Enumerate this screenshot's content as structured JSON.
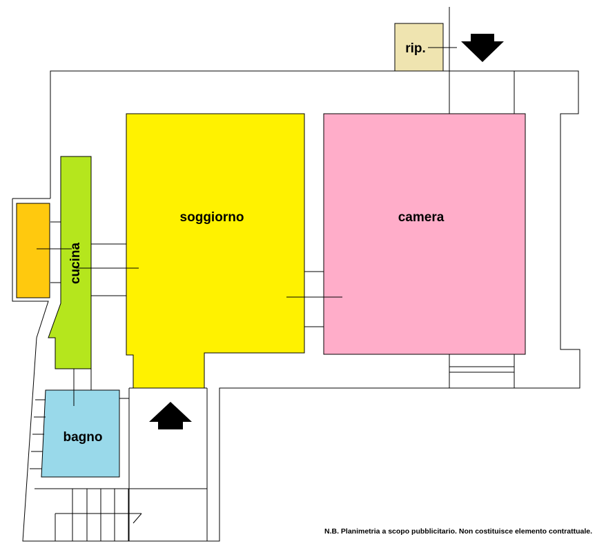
{
  "rooms": {
    "soggiorno": {
      "label": "soggiorno",
      "color": "#FFF200"
    },
    "camera": {
      "label": "camera",
      "color": "#FFADC9"
    },
    "cucina": {
      "label": "cucina",
      "color": "#B5E61D"
    },
    "bagno": {
      "label": "bagno",
      "color": "#99D9EA"
    },
    "ripostiglio": {
      "label": "rip.",
      "color": "#EFE4B0"
    },
    "balcone": {
      "color": "#FFC90E"
    }
  },
  "icons": {
    "entrance_top": "arrow-down-icon",
    "entrance_bottom": "arrow-up-icon"
  },
  "note": "N.B. Planimetria a scopo pubblicitario. Non costituisce elemento contrattuale."
}
